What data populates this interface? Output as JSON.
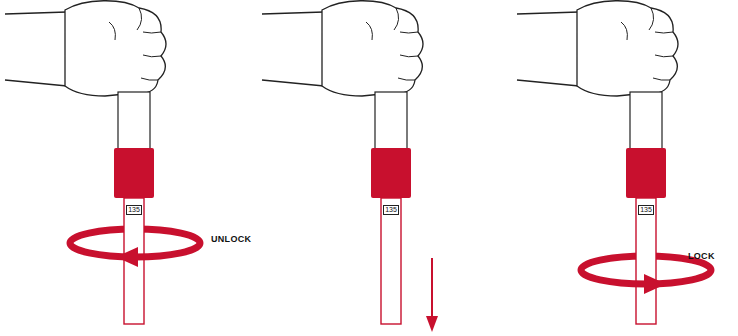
{
  "diagram": {
    "labels": [
      "135",
      "UNLOCK",
      "135",
      "135",
      "LOCK"
    ]
  }
}
